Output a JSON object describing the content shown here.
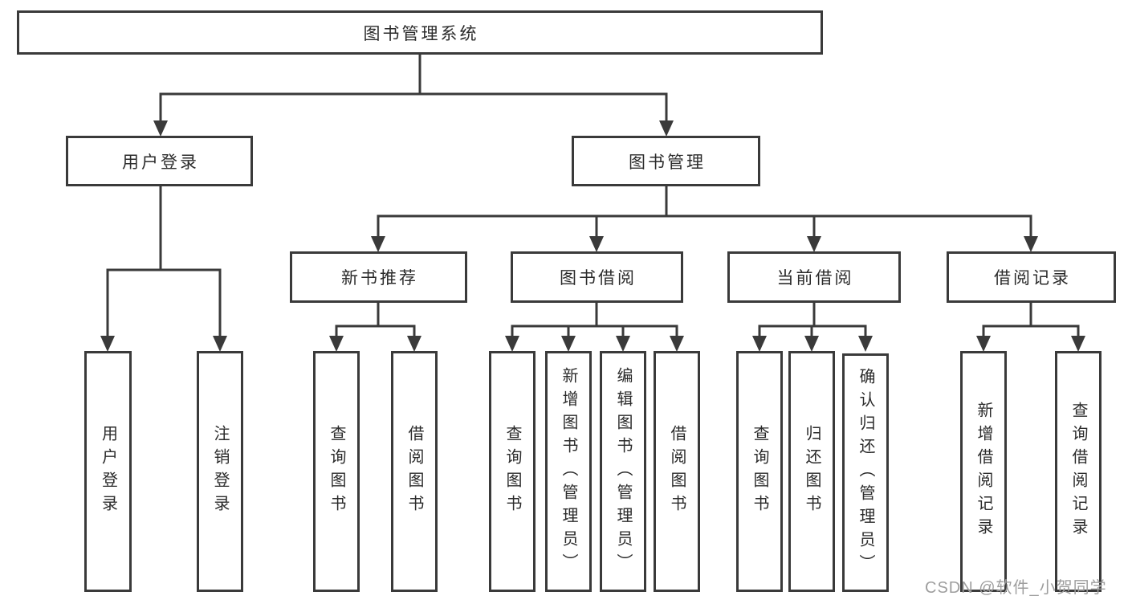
{
  "nodes": {
    "root": {
      "label": "图书管理系统"
    },
    "user_login": {
      "label": "用户登录"
    },
    "book_mgmt": {
      "label": "图书管理"
    },
    "new_book_rec": {
      "label": "新书推荐"
    },
    "book_borrow": {
      "label": "图书借阅"
    },
    "current_borrow": {
      "label": "当前借阅"
    },
    "borrow_record": {
      "label": "借阅记录"
    },
    "leaf_user_login": {
      "label": "用户登录"
    },
    "leaf_logout": {
      "label": "注销登录"
    },
    "leaf_query_book_rec": {
      "label": "查询图书"
    },
    "leaf_borrow_book_rec": {
      "label": "借阅图书"
    },
    "leaf_query_book_borrow": {
      "label": "查询图书"
    },
    "leaf_add_book_admin": {
      "label": "新增图书（管理员）"
    },
    "leaf_edit_book_admin": {
      "label": "编辑图书（管理员）"
    },
    "leaf_borrow_book": {
      "label": "借阅图书"
    },
    "leaf_query_book_current": {
      "label": "查询图书"
    },
    "leaf_return_book": {
      "label": "归还图书"
    },
    "leaf_confirm_return_admin": {
      "label": "确认归还（管理员）"
    },
    "leaf_add_borrow_record": {
      "label": "新增借阅记录"
    },
    "leaf_query_borrow_record": {
      "label": "查询借阅记录"
    }
  },
  "hierarchy": {
    "图书管理系统": {
      "用户登录": [
        "用户登录",
        "注销登录"
      ],
      "图书管理": {
        "新书推荐": [
          "查询图书",
          "借阅图书"
        ],
        "图书借阅": [
          "查询图书",
          "新增图书（管理员）",
          "编辑图书（管理员）",
          "借阅图书"
        ],
        "当前借阅": [
          "查询图书",
          "归还图书",
          "确认归还（管理员）"
        ],
        "借阅记录": [
          "新增借阅记录",
          "查询借阅记录"
        ]
      }
    }
  },
  "watermark": {
    "text": "CSDN @软件_小贺同学"
  },
  "colors": {
    "line": "#3a3a3a",
    "text": "#2b2b2b",
    "watermark": "#9e9e9e",
    "background": "#ffffff"
  }
}
